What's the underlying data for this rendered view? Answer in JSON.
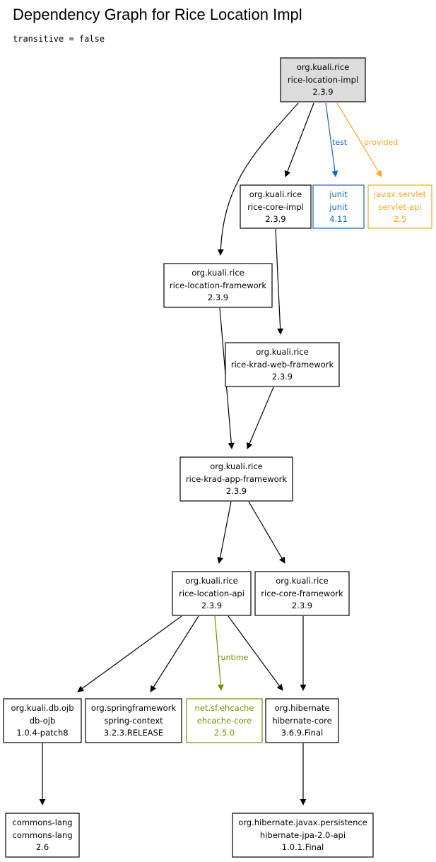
{
  "title": "Dependency Graph for Rice Location Impl",
  "subtitle": "transitive = false",
  "colors": {
    "default": "#000000",
    "test": "#1565c0",
    "provided": "#f5a623",
    "runtime": "#7a8c00",
    "root_fill": "#dcdcdc"
  },
  "nodes": [
    {
      "id": "root",
      "group": "org.kuali.rice",
      "artifact": "rice-location-impl",
      "version": "2.3.9",
      "scope": "root"
    },
    {
      "id": "core-impl",
      "group": "org.kuali.rice",
      "artifact": "rice-core-impl",
      "version": "2.3.9",
      "scope": "compile"
    },
    {
      "id": "junit",
      "group": "junit",
      "artifact": "junit",
      "version": "4.11",
      "scope": "test"
    },
    {
      "id": "servlet",
      "group": "javax.servlet",
      "artifact": "servlet-api",
      "version": "2.5",
      "scope": "provided"
    },
    {
      "id": "loc-fw",
      "group": "org.kuali.rice",
      "artifact": "rice-location-framework",
      "version": "2.3.9",
      "scope": "compile"
    },
    {
      "id": "krad-web",
      "group": "org.kuali.rice",
      "artifact": "rice-krad-web-framework",
      "version": "2.3.9",
      "scope": "compile"
    },
    {
      "id": "krad-app",
      "group": "org.kuali.rice",
      "artifact": "rice-krad-app-framework",
      "version": "2.3.9",
      "scope": "compile"
    },
    {
      "id": "loc-api",
      "group": "org.kuali.rice",
      "artifact": "rice-location-api",
      "version": "2.3.9",
      "scope": "compile"
    },
    {
      "id": "core-fw",
      "group": "org.kuali.rice",
      "artifact": "rice-core-framework",
      "version": "2.3.9",
      "scope": "compile"
    },
    {
      "id": "ojb",
      "group": "org.kuali.db.ojb",
      "artifact": "db-ojb",
      "version": "1.0.4-patch8",
      "scope": "compile"
    },
    {
      "id": "spring",
      "group": "org.springframework",
      "artifact": "spring-context",
      "version": "3.2.3.RELEASE",
      "scope": "compile"
    },
    {
      "id": "ehcache",
      "group": "net.sf.ehcache",
      "artifact": "ehcache-core",
      "version": "2.5.0",
      "scope": "runtime"
    },
    {
      "id": "hibernate",
      "group": "org.hibernate",
      "artifact": "hibernate-core",
      "version": "3.6.9.Final",
      "scope": "compile"
    },
    {
      "id": "clang",
      "group": "commons-lang",
      "artifact": "commons-lang",
      "version": "2.6",
      "scope": "compile"
    },
    {
      "id": "jpa",
      "group": "org.hibernate.javax.persistence",
      "artifact": "hibernate-jpa-2.0-api",
      "version": "1.0.1.Final",
      "scope": "compile"
    }
  ],
  "edges": [
    {
      "from": "root",
      "to": "core-impl",
      "label": "",
      "scope": "compile"
    },
    {
      "from": "root",
      "to": "junit",
      "label": "test",
      "scope": "test"
    },
    {
      "from": "root",
      "to": "servlet",
      "label": "provided",
      "scope": "provided"
    },
    {
      "from": "root",
      "to": "loc-fw",
      "label": "",
      "scope": "compile"
    },
    {
      "from": "core-impl",
      "to": "krad-web",
      "label": "",
      "scope": "compile"
    },
    {
      "from": "loc-fw",
      "to": "krad-app",
      "label": "",
      "scope": "compile"
    },
    {
      "from": "krad-web",
      "to": "krad-app",
      "label": "",
      "scope": "compile"
    },
    {
      "from": "krad-app",
      "to": "loc-api",
      "label": "",
      "scope": "compile"
    },
    {
      "from": "krad-app",
      "to": "core-fw",
      "label": "",
      "scope": "compile"
    },
    {
      "from": "loc-api",
      "to": "ojb",
      "label": "",
      "scope": "compile"
    },
    {
      "from": "loc-api",
      "to": "spring",
      "label": "",
      "scope": "compile"
    },
    {
      "from": "loc-api",
      "to": "ehcache",
      "label": "runtime",
      "scope": "runtime"
    },
    {
      "from": "loc-api",
      "to": "hibernate",
      "label": "",
      "scope": "compile"
    },
    {
      "from": "core-fw",
      "to": "hibernate",
      "label": "",
      "scope": "compile"
    },
    {
      "from": "ojb",
      "to": "clang",
      "label": "",
      "scope": "compile"
    },
    {
      "from": "hibernate",
      "to": "jpa",
      "label": "",
      "scope": "compile"
    }
  ]
}
